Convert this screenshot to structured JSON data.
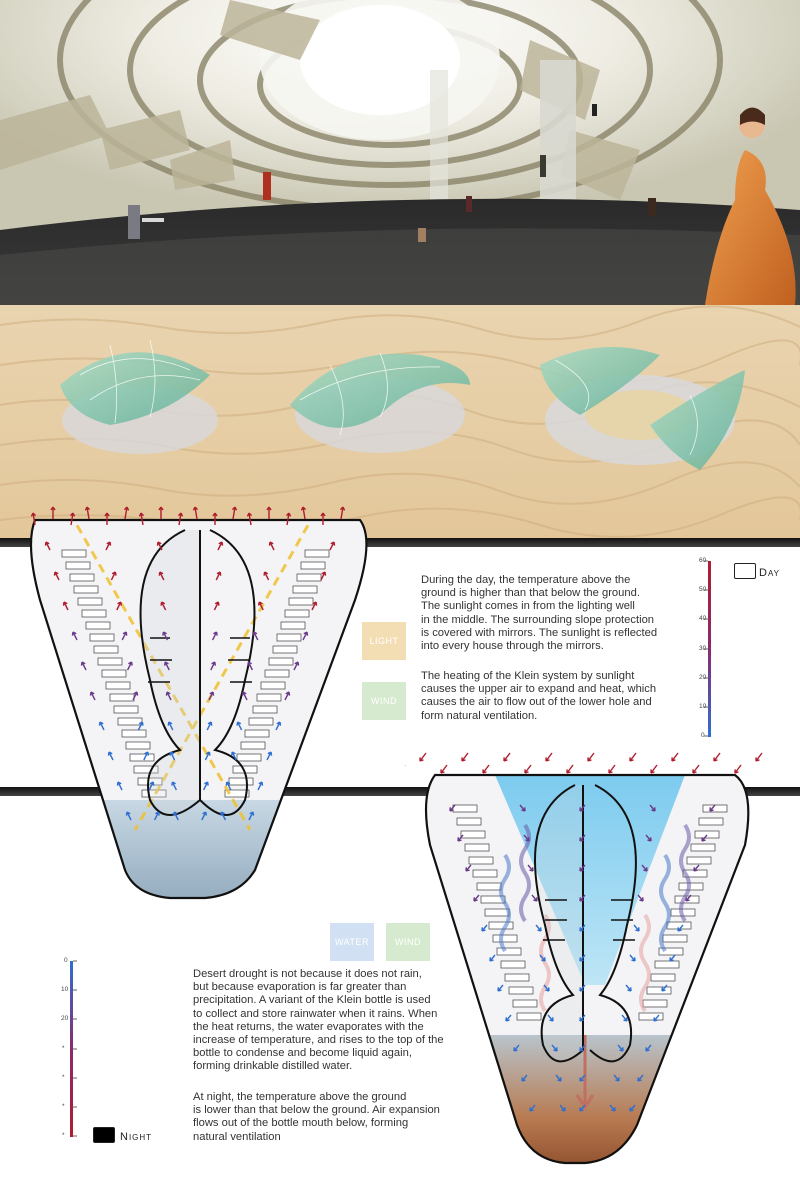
{
  "day": {
    "legend_label": "Day",
    "scale_ticks": [
      "60",
      "50",
      "40",
      "30",
      "20",
      "10",
      "0"
    ],
    "chips": [
      {
        "label": "LIGHT",
        "color": "#f2d9a8"
      },
      {
        "label": "WIND",
        "color": "#cfe7c8"
      }
    ],
    "paragraphs": [
      "During the day, the temperature above the\nground is higher than that below the ground.\nThe sunlight comes in from the lighting well\nin the middle. The surrounding slope protection\nis covered with mirrors. The sunlight is reflected\ninto every house through the mirrors.",
      "The heating of the Klein system by sunlight\ncauses the upper air to expand and heat, which\ncauses the air to flow out of the lower hole and\nform natural ventilation."
    ]
  },
  "night": {
    "legend_label": "Night",
    "scale_ticks": [
      "0",
      "10",
      "20",
      "*",
      "*",
      "*",
      "*"
    ],
    "chips": [
      {
        "label": "WATER",
        "color": "#c9dcf2"
      },
      {
        "label": "WIND",
        "color": "#cfe7c8"
      }
    ],
    "paragraphs": [
      "Desert drought is not because it does not rain,\nbut because evaporation is far greater than\nprecipitation. A variant of the Klein bottle is used\nto collect and store rainwater when it rains. When\nthe heat returns, the water evaporates with the\nincrease of temperature, and rises to the top of the\nbottle to condense and become liquid again,\nforming drinkable distilled water.",
      "At night, the temperature above the ground\nis lower than that below the ground. Air expansion\nflows out of the bottle mouth below, forming\nnatural ventilation"
    ]
  },
  "colors": {
    "arrow_red": "#b01c2e",
    "arrow_blue": "#2f6fcf",
    "arrow_purple": "#6a3a8a",
    "light_yellow": "#f0c030",
    "sand": "#e8cfa6",
    "water": "#8fd0ee"
  }
}
